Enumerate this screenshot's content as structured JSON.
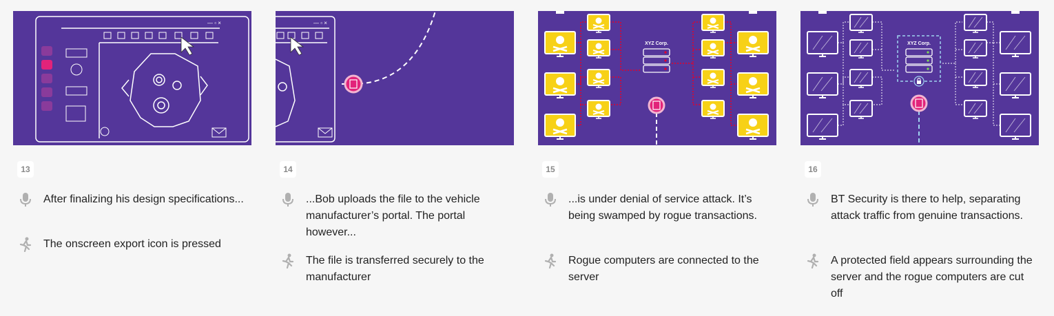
{
  "panels": [
    {
      "number": "13",
      "voiceover": "After finalizing his design specifications...",
      "action": "The onscreen export icon is pressed"
    },
    {
      "number": "14",
      "voiceover": "...Bob uploads the file to the vehicle manufacturer’s portal. The portal however...",
      "action": "The file is transferred securely to the manufacturer"
    },
    {
      "number": "15",
      "voiceover": "...is under denial of service attack. It’s being swamped by rogue transactions.",
      "action": "Rogue computers are connected to the server",
      "server_label": "XYZ Corp."
    },
    {
      "number": "16",
      "voiceover": "BT Security is there to help, separating attack traffic from genuine transactions.",
      "action": "A protected field appears surrounding the server and the rogue computers are cut off",
      "server_label": "XYZ Corp."
    }
  ],
  "icons": {
    "voiceover": "microphone-icon",
    "action": "running-person-icon"
  },
  "colors": {
    "frame_bg": "#54369a",
    "accent_pink": "#e2237a",
    "rogue_yellow": "#f7d117",
    "attack_red": "#e4002b",
    "line_white": "#ffffff",
    "icon_grey": "#b0b0b0"
  }
}
